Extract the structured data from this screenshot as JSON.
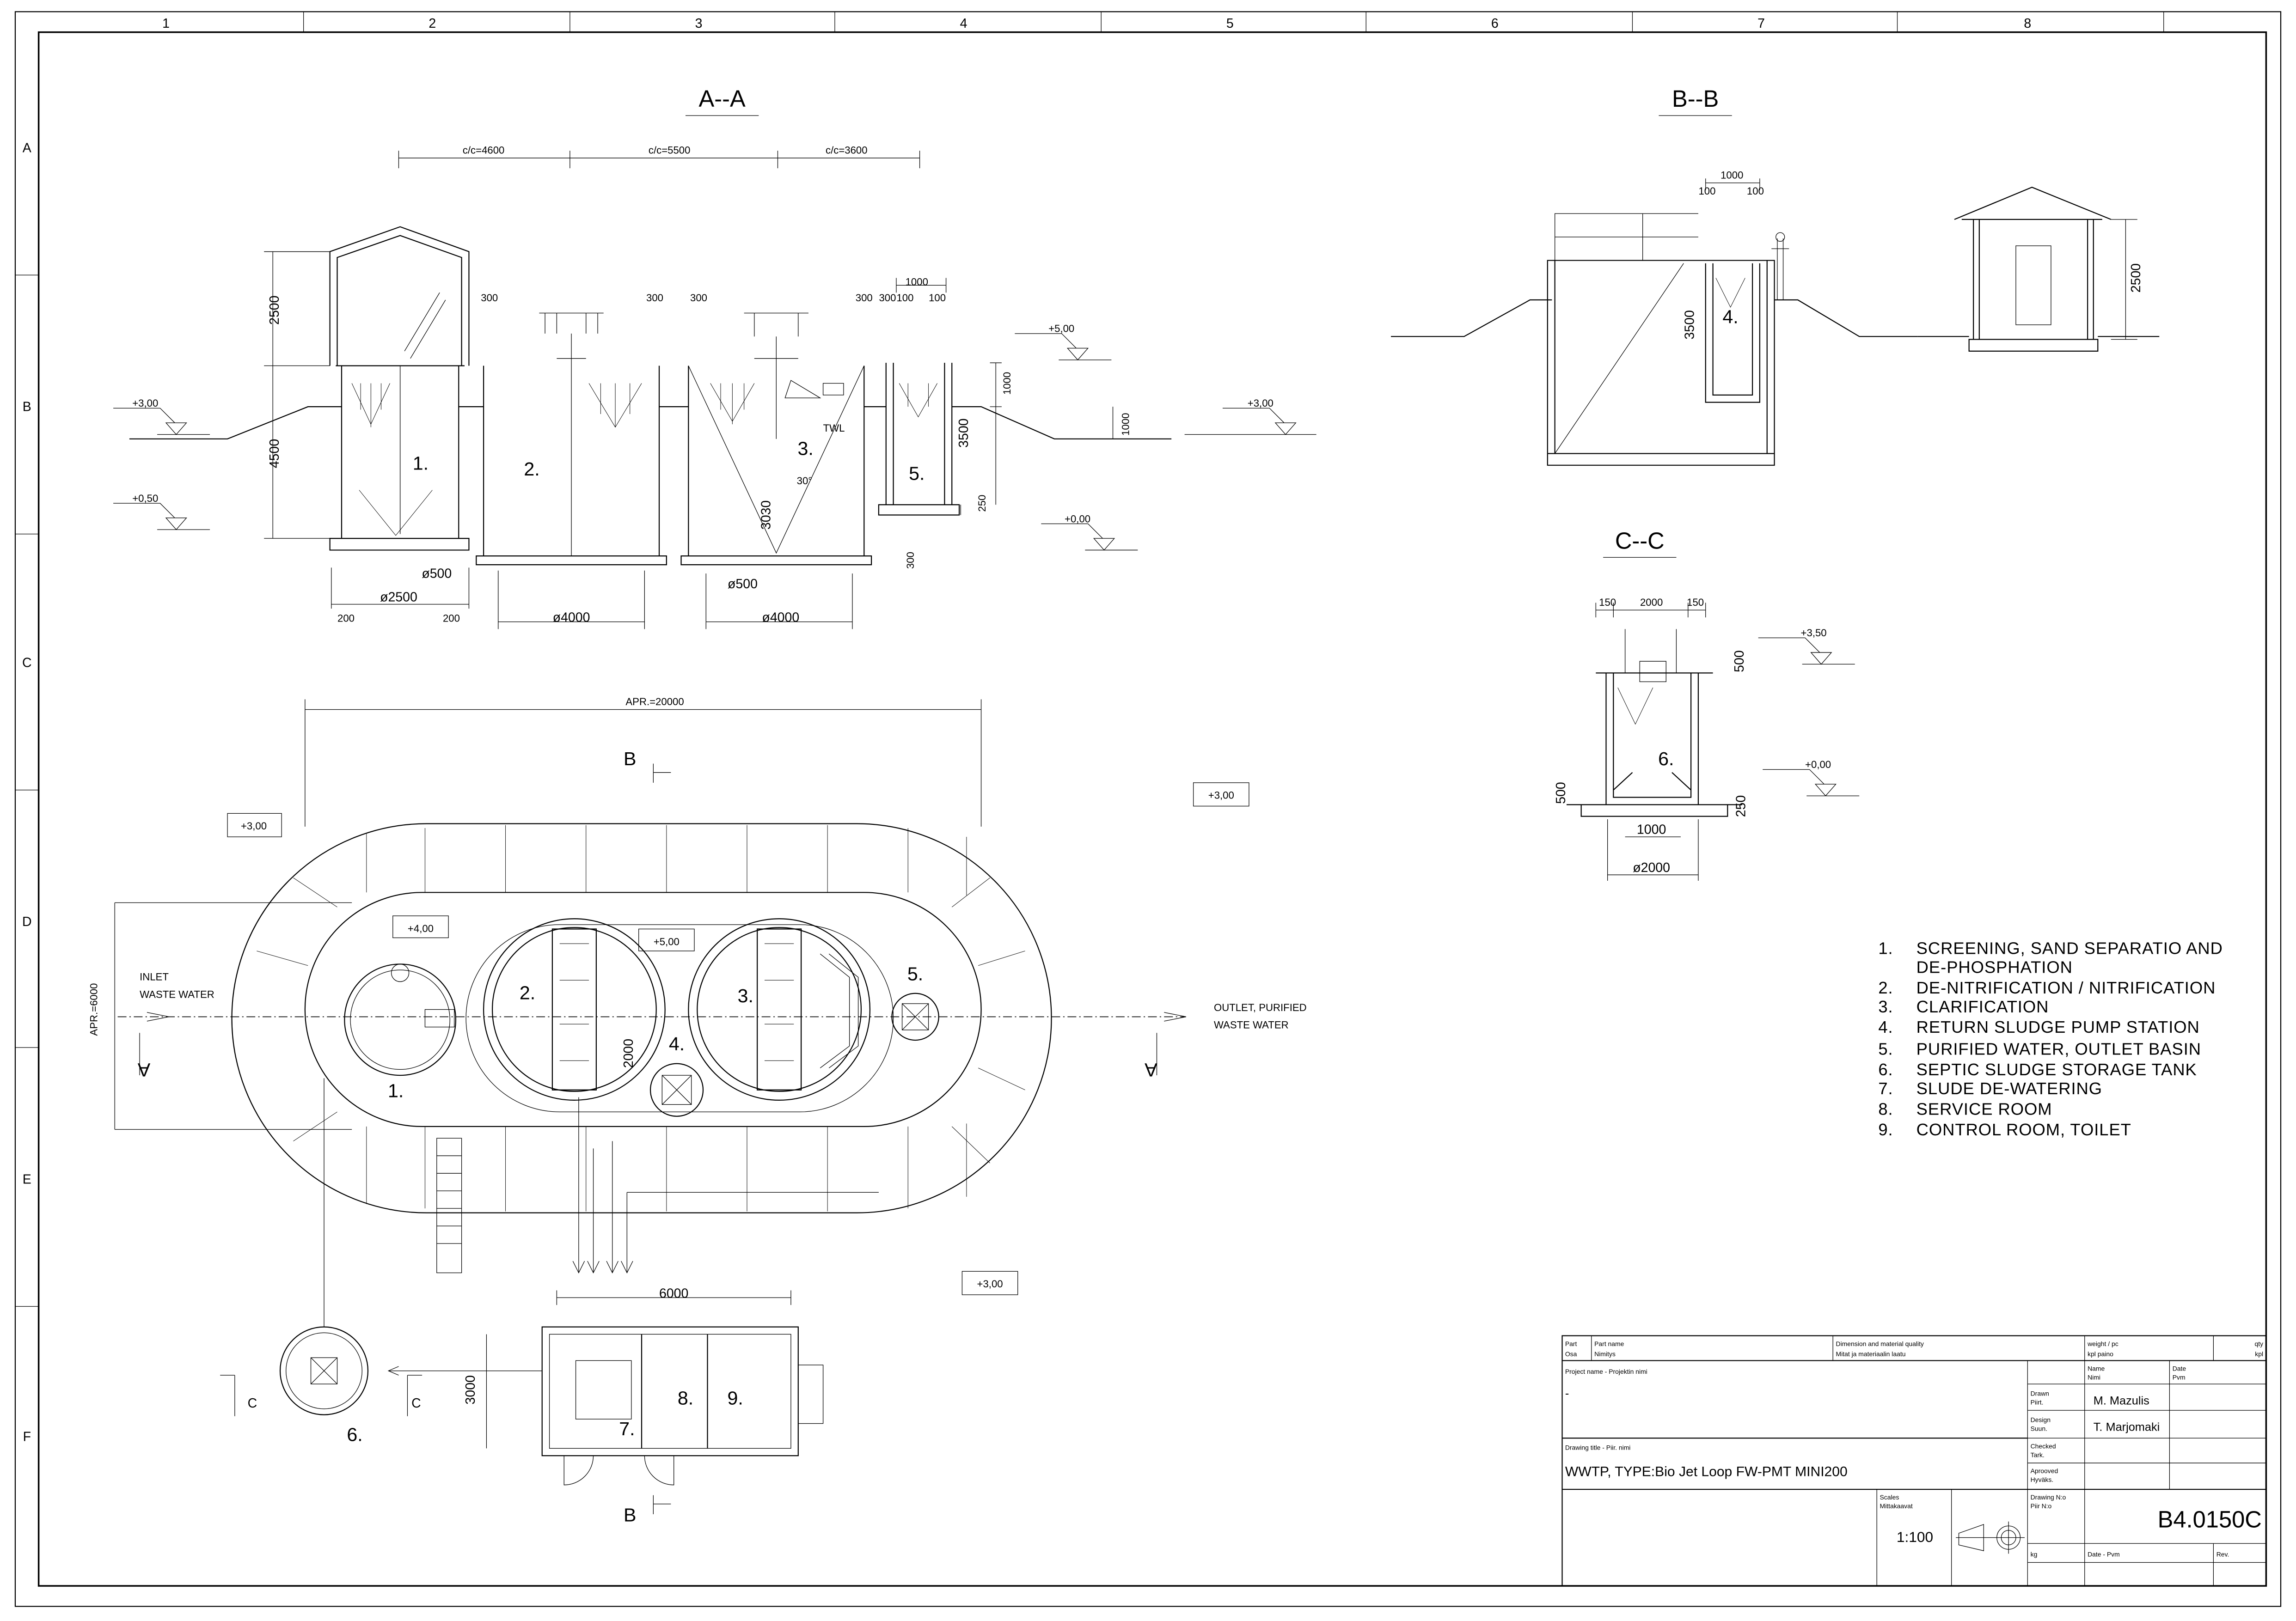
{
  "frame": {
    "columns": [
      "1",
      "2",
      "3",
      "4",
      "5",
      "6",
      "7",
      "8"
    ],
    "rows": [
      "A",
      "B",
      "C",
      "D",
      "E",
      "F"
    ]
  },
  "section_aa": {
    "title": "A--A",
    "labels": [
      "c/c=4600",
      "c/c=5500",
      "c/c=3600",
      "2500",
      "4500",
      "300",
      "300",
      "300",
      "300",
      "300",
      "1000",
      "100",
      "100",
      "+5,00",
      "+3,00",
      "+3,00",
      "+0,50",
      "+0,00",
      "1000",
      "3500",
      "1000",
      "250",
      "300",
      "TWL",
      "30°",
      "3030",
      "ø500",
      "ø2500",
      "200",
      "200",
      "ø4000",
      "ø500",
      "ø4000",
      "1.",
      "2.",
      "3.",
      "5."
    ]
  },
  "section_bb": {
    "title": "B--B",
    "labels": [
      "1000",
      "100",
      "100",
      "3500",
      "4.",
      "2500"
    ]
  },
  "section_cc": {
    "title": "C--C",
    "labels": [
      "150",
      "2000",
      "150",
      "+3,50",
      "+0,00",
      "500",
      "500",
      "250",
      "1000",
      "ø2000",
      "6."
    ]
  },
  "plan": {
    "labels": [
      "APR.=20000",
      "B",
      "B",
      "+3,00",
      "+3,00",
      "+3,00",
      "+4,00",
      "+5,00",
      "INLET",
      "WASTE WATER",
      "OUTLET, PURIFIED",
      "WASTE WATER",
      "APR.=6000",
      "A",
      "A",
      "1.",
      "2.",
      "3.",
      "4.",
      "5.",
      "2000",
      "6000",
      "3000",
      "7.",
      "8.",
      "9.",
      "6.",
      "C",
      "C"
    ]
  },
  "legend": [
    {
      "num": "1.",
      "text": "SCREENING, SAND SEPARATIO AND",
      "text2": "DE-PHOSPHATION"
    },
    {
      "num": "2.",
      "text": "DE-NITRIFICATION / NITRIFICATION"
    },
    {
      "num": "3.",
      "text": "CLARIFICATION"
    },
    {
      "num": "4.",
      "text": "RETURN SLUDGE PUMP STATION"
    },
    {
      "num": "5.",
      "text": "PURIFIED WATER, OUTLET BASIN"
    },
    {
      "num": "6.",
      "text": "SEPTIC SLUDGE STORAGE TANK"
    },
    {
      "num": "7.",
      "text": "SLUDE DE-WATERING"
    },
    {
      "num": "8.",
      "text": "SERVICE ROOM"
    },
    {
      "num": "9.",
      "text": "CONTROL ROOM, TOILET"
    }
  ],
  "title_block": {
    "part": "Part",
    "part_fi": "Osa",
    "part_name": "Part name",
    "part_name_fi": "Nimitys",
    "dimension": "Dimension and material quality",
    "dimension_fi": "Mitat ja materiaalin laatu",
    "weight": "weight / pc",
    "weight_fi": "kpl paino",
    "qty": "qty",
    "qty_fi": "kpl",
    "project_label": "Project name - Projektin nimi",
    "project_value": "-",
    "name": "Name",
    "name_fi": "Nimi",
    "date": "Date",
    "date_fi": "Pvm",
    "drawn": "Drawn",
    "drawn_fi": "Piirt.",
    "drawn_value": "M. Mazulis",
    "design": "Design",
    "design_fi": "Suun.",
    "design_value": "T. Marjomaki",
    "checked": "Checked",
    "checked_fi": "Tark.",
    "approved": "Aprooved",
    "approved_fi": "Hyväks.",
    "drawing_title_label": "Drawing title - Piir. nimi",
    "drawing_title": "WWTP, TYPE:Bio Jet Loop FW-PMT MINI200",
    "scales": "Scales",
    "scales_fi": "Mittakaavat",
    "scale_value": "1:100",
    "drawing_no": "Drawing N:o",
    "drawing_no_fi": "Piir N:o",
    "drawing_no_value": "B4.0150C",
    "kg": "kg",
    "date_pvm": "Date - Pvm",
    "rev": "Rev."
  }
}
